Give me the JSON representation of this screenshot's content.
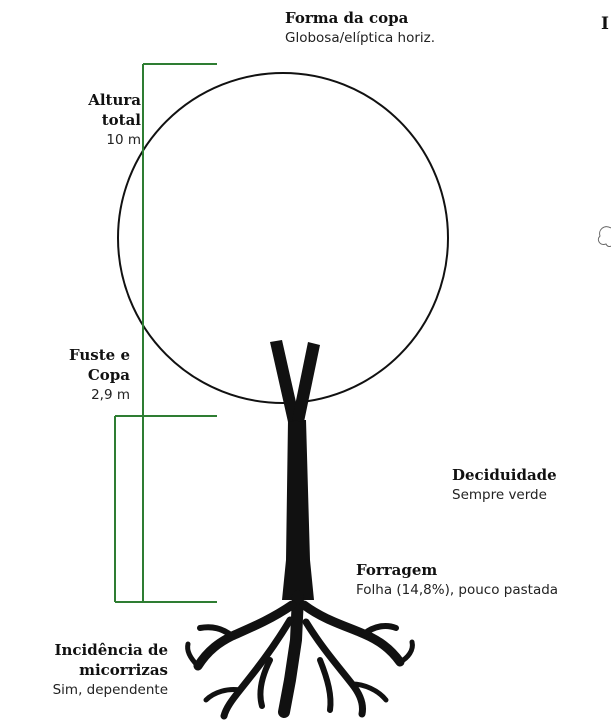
{
  "labels": {
    "crown_shape": {
      "title": "Forma da copa",
      "value": "Globosa/elíptica horiz."
    },
    "total_height": {
      "title_line1": "Altura",
      "title_line2": "total",
      "value": "10 m"
    },
    "trunk": {
      "title_line1": "Fuste e",
      "title_line2": "Copa",
      "value": "2,9 m"
    },
    "deciduousness": {
      "title": "Deciduidade",
      "value": "Sempre verde"
    },
    "forage": {
      "title": "Forragem",
      "value": "Folha (14,8%), pouco pastada"
    },
    "mycorrhiza": {
      "title_line1": "Incidência de",
      "title_line2": "micorrizas",
      "value": "Sim, dependente"
    }
  },
  "clipped_letter": "I",
  "colors": {
    "measure_line": "#2e7d32",
    "tree": "#111111",
    "crown_outline": "#111111"
  },
  "icons": {
    "tree": "tree-silhouette-icon",
    "side_glyph": "leaf-outline-icon"
  }
}
